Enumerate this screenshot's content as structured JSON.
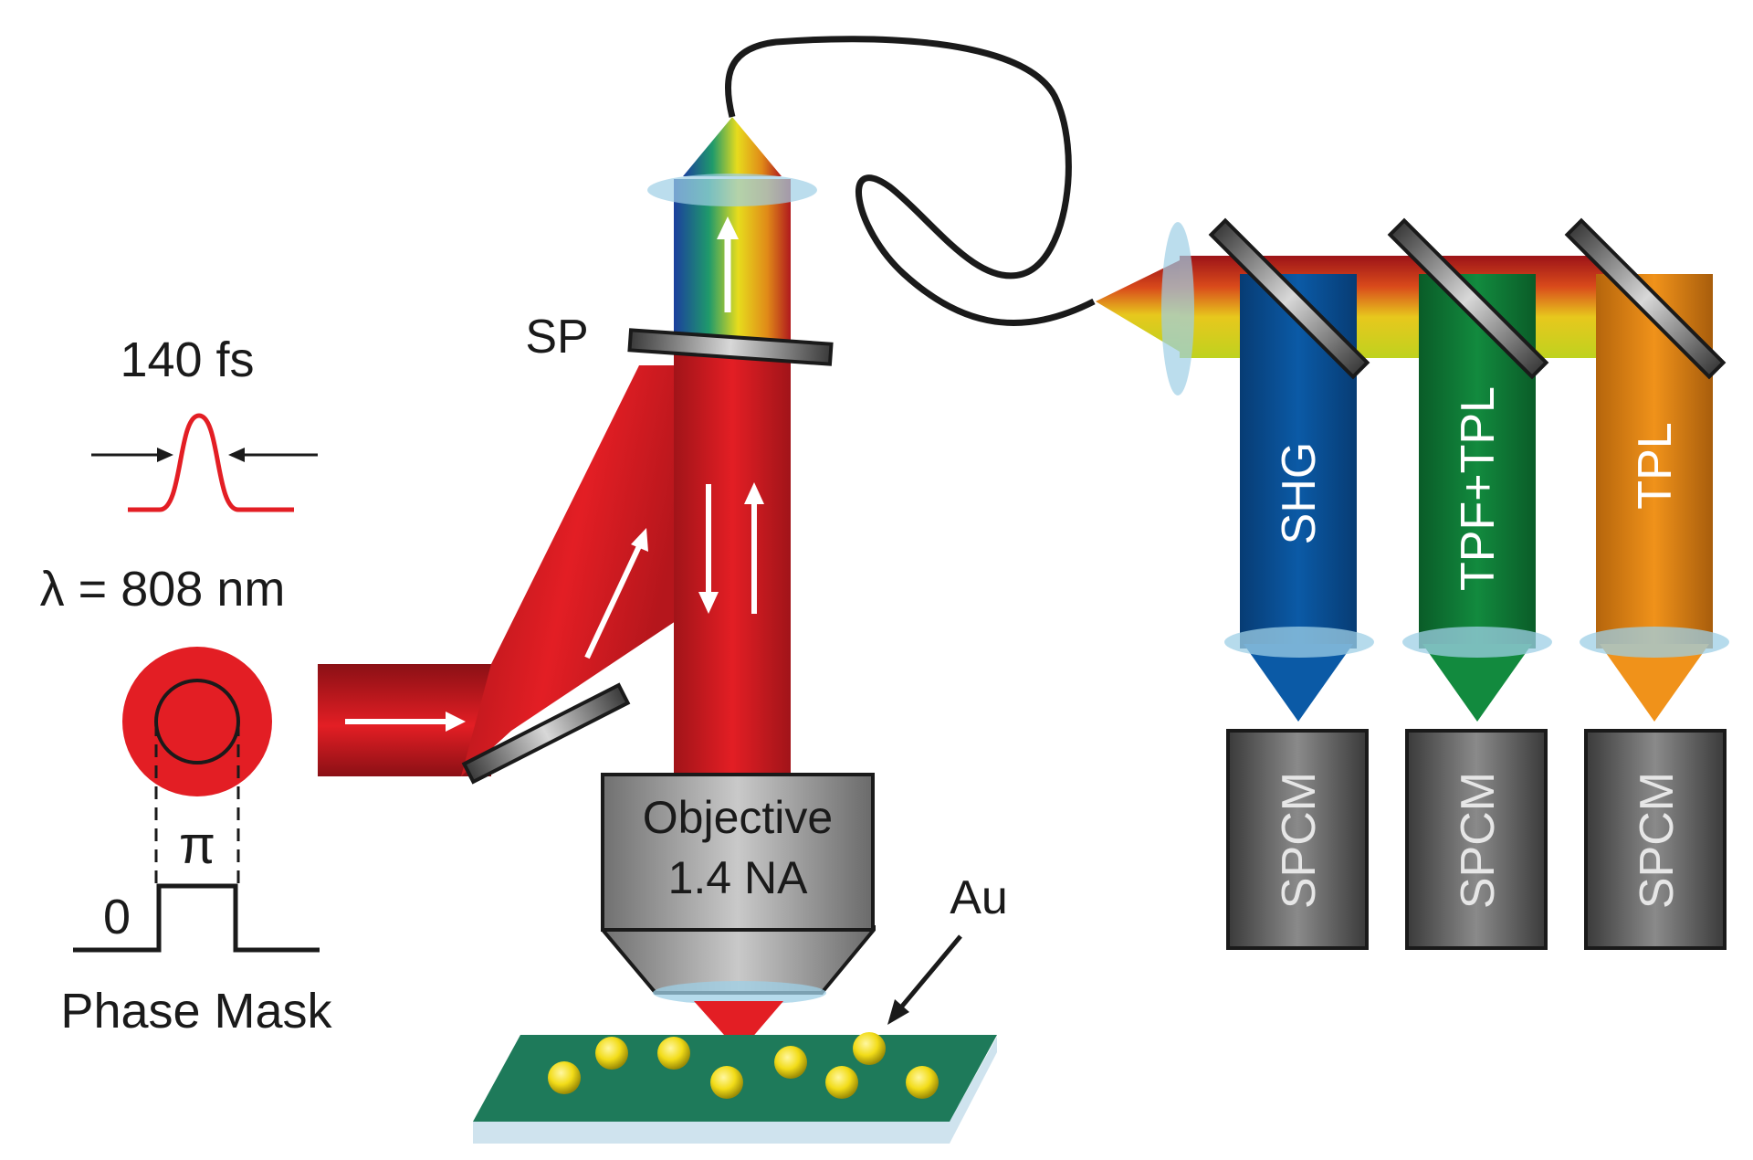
{
  "labels": {
    "pulse_width": "140 fs",
    "wavelength": "λ = 808 nm",
    "phase_pi": "π",
    "phase_zero": "0",
    "phase_mask": "Phase Mask",
    "sp": "SP",
    "objective_line1": "Objective",
    "objective_line2": "1.4 NA",
    "au": "Au",
    "channels": [
      "SHG",
      "TPF+TPL",
      "TPL"
    ],
    "detector": "SPCM"
  },
  "colors": {
    "beam_red": "#e31e24",
    "shg_blue": "#0b5aa6",
    "tpf_green": "#128a3e",
    "tpl_orange": "#f0921a",
    "substrate": "#1e7a5a",
    "particle": "#f2dc18",
    "lens": "#9ecfe6"
  }
}
